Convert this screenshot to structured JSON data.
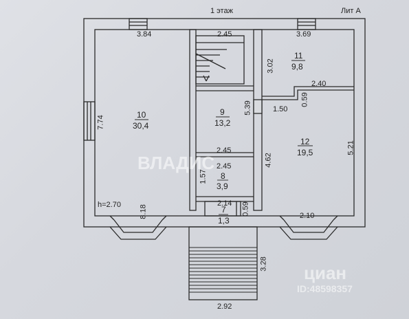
{
  "header": {
    "title": "1 этаж",
    "lit": "Лит А"
  },
  "rooms": [
    {
      "num": "10",
      "area": "30,4"
    },
    {
      "num": "9",
      "area": "13,2"
    },
    {
      "num": "8",
      "area": "3,9"
    },
    {
      "num": "7",
      "area": "1,3"
    },
    {
      "num": "11",
      "area": "9,8"
    },
    {
      "num": "12",
      "area": "19,5"
    }
  ],
  "dims": {
    "top_left": "3.84",
    "top_mid": "2.45",
    "top_right": "3.69",
    "left_height": "7.74",
    "height_note": "h=2.70",
    "bay_left": "8.18",
    "r11_side": "3.02",
    "r9_side": "5.39",
    "r12_top": "2.40",
    "step_w": "1.50",
    "step_h": "0.59",
    "r9_bottom": "2.45",
    "r8_top": "2.45",
    "r8_side": "1.57",
    "r12_left": "4.62",
    "r12_right": "5.21",
    "r7_top": "2.14",
    "r7_side": "0.59",
    "bay_right": "2.10",
    "porch_len": "3.28",
    "porch_w": "2.92"
  },
  "watermarks": {
    "brand": "ВЛАДИС",
    "cian": "циан",
    "id": "ID:48598357"
  }
}
